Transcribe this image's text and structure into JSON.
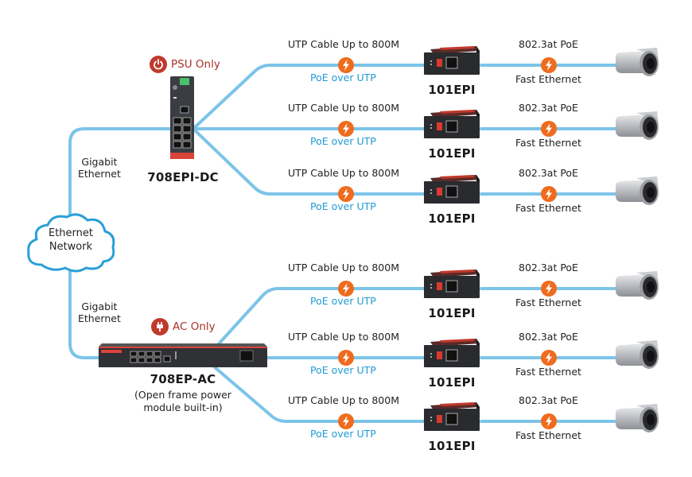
{
  "diagram": {
    "cloud_label_line1": "Ethernet",
    "cloud_label_line2": "Network",
    "uplinks": [
      {
        "label_line1": "Gigabit",
        "label_line2": "Ethernet"
      },
      {
        "label_line1": "Gigabit",
        "label_line2": "Ethernet"
      }
    ],
    "switches": [
      {
        "model": "708EPI-DC",
        "power_badge": "PSU Only",
        "power_icon": "power-icon",
        "note_line1": "",
        "note_line2": ""
      },
      {
        "model": "708EP-AC",
        "power_badge": "AC Only",
        "power_icon": "plug-icon",
        "note_line1": "(Open frame power",
        "note_line2": "module built-in)"
      }
    ],
    "branches": [
      {
        "cable_label": "UTP Cable Up to 800M",
        "cable_sublabel": "PoE over UTP",
        "extender": "101EPI",
        "poe_label": "802.3at PoE",
        "poe_sublabel": "Fast Ethernet"
      },
      {
        "cable_label": "UTP Cable Up to 800M",
        "cable_sublabel": "PoE over UTP",
        "extender": "101EPI",
        "poe_label": "802.3at PoE",
        "poe_sublabel": "Fast Ethernet"
      },
      {
        "cable_label": "UTP Cable Up to 800M",
        "cable_sublabel": "PoE over UTP",
        "extender": "101EPI",
        "poe_label": "802.3at PoE",
        "poe_sublabel": "Fast Ethernet"
      },
      {
        "cable_label": "UTP Cable Up to 800M",
        "cable_sublabel": "PoE over UTP",
        "extender": "101EPI",
        "poe_label": "802.3at PoE",
        "poe_sublabel": "Fast Ethernet"
      },
      {
        "cable_label": "UTP Cable Up to 800M",
        "cable_sublabel": "PoE over UTP",
        "extender": "101EPI",
        "poe_label": "802.3at PoE",
        "poe_sublabel": "Fast Ethernet"
      },
      {
        "cable_label": "UTP Cable Up to 800M",
        "cable_sublabel": "PoE over UTP",
        "extender": "101EPI",
        "poe_label": "802.3at PoE",
        "poe_sublabel": "Fast Ethernet"
      }
    ],
    "colors": {
      "cable": "#7cc4e8",
      "poe_icon": "#ef6b1d",
      "badge": "#c0392b",
      "sublabel_blue": "#1f9bd6"
    }
  }
}
